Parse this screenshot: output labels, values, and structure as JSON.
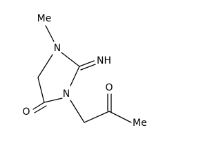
{
  "molecule": {
    "atoms": {
      "methyl_n": "Me",
      "n1": "N",
      "imine": "NH",
      "n3": "N",
      "oxo_ring": "O",
      "oxo_ketone": "O",
      "methyl_ketone": "Me"
    }
  }
}
